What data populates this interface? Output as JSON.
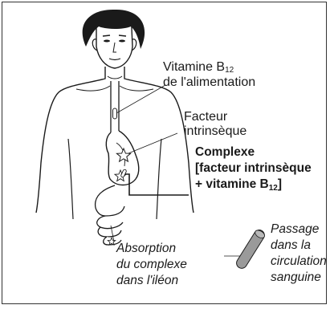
{
  "labels": {
    "vitamin": {
      "line1_text": "Vitamine B",
      "line1_sub": "12",
      "line2": "de l'alimentation"
    },
    "factor": {
      "line1": "Facteur",
      "line2": "intrinsèque"
    },
    "complex": {
      "line1": "Complexe",
      "line2": "[facteur intrinsèque",
      "line3_text": "+ vitamine B",
      "line3_sub": "12",
      "line3_end": "]"
    },
    "absorption": {
      "line1": "Absorption",
      "line2": "du complexe",
      "line3": "dans l'iléon"
    },
    "passage": {
      "line1": "Passage",
      "line2": "dans la",
      "line3": "circulation",
      "line4": "sanguine"
    }
  },
  "colors": {
    "line": "#1a1a1a",
    "vessel": "#9a9a9a",
    "skin": "#ffffff",
    "hair": "#1a1a1a"
  }
}
